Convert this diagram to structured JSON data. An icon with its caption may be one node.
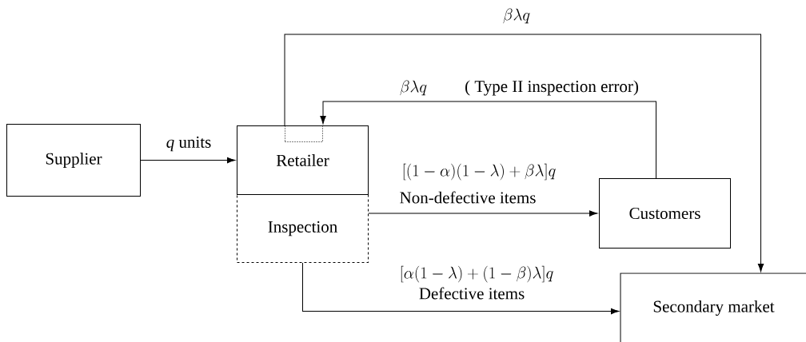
{
  "diagram": {
    "nodes": [
      {
        "text": [
          "Supplier"
        ]
      },
      {
        "text": [
          "Retailer"
        ]
      },
      {
        "text": [
          "Inspection"
        ]
      },
      {
        "text": [
          "Customers"
        ]
      },
      {
        "text": [
          "Secondary market"
        ]
      },
      {
        "text": [],
        "shape": "box",
        "in": 1
      }
    ],
    "edges": [
      {
        "from": 0,
        "to": 1,
        "arrow": "to",
        "label": "*q* units"
      },
      {
        "from": 3,
        "to": 5,
        "arrow": "to",
        "label": "\\beta\\lambda q"
      },
      {
        "from": 5,
        "to": 4,
        "arrow": "to",
        "label": "\\beta\\lambda q"
      },
      {
        "from": 2,
        "to": 3,
        "arrow": "to",
        "label": "[(1-\\alpha)(1-\\lambda)+\\beta\\lambda]q"
      },
      {
        "from": 2,
        "to": 4,
        "arrow": "to",
        "label": "[\\alpha(1-\\lambda)+(1-\\beta)\\lambda]q"
      }
    ],
    "labels": [
      "( Type II inspection error)",
      "Non-defective items",
      "Defective items"
    ]
  }
}
